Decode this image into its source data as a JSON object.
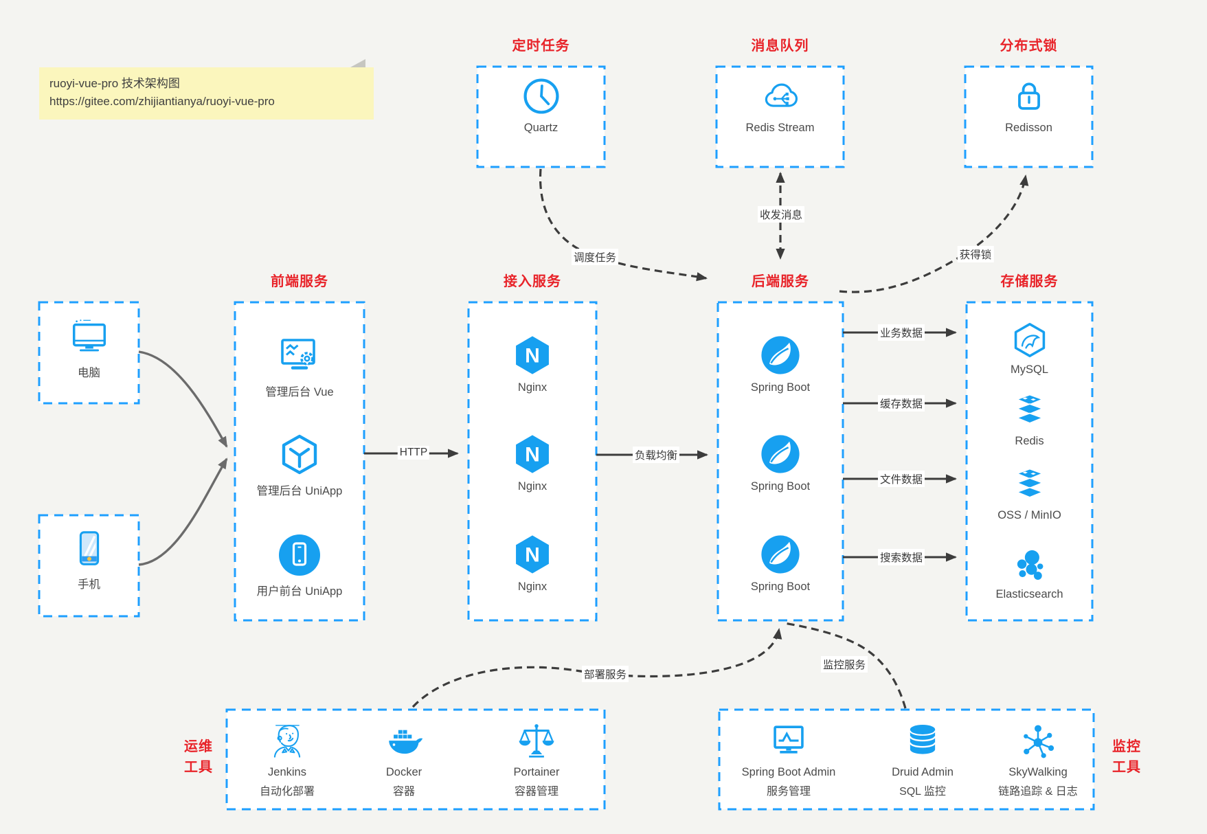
{
  "colors": {
    "canvas_bg": "#f4f4f1",
    "border_blue": "#1e9fff",
    "accent_blue": "#17a0f0",
    "title_red": "#e82329",
    "arrow_dark": "#3c3c3c",
    "arrow_gray": "#6b6b6b",
    "note_bg": "#fbf6bd",
    "phone_screen": "#cfe8fb",
    "phone_home_button": "#f6c244"
  },
  "note": {
    "line1": "ruoyi-vue-pro 技术架构图",
    "line2": "https://gitee.com/zhijiantianya/ruoyi-vue-pro"
  },
  "icons": {
    "nginx_letter": "N"
  },
  "top_row": {
    "scheduler": {
      "title": "定时任务",
      "item": {
        "icon": "clock-icon",
        "label": "Quartz"
      }
    },
    "message_queue": {
      "title": "消息队列",
      "item": {
        "icon": "cloud-stream-icon",
        "label": "Redis Stream"
      }
    },
    "distributed_lock": {
      "title": "分布式锁",
      "item": {
        "icon": "lock-icon",
        "label": "Redisson"
      }
    }
  },
  "clients": {
    "pc": {
      "icon": "desktop-icon",
      "label": "电脑"
    },
    "mobile": {
      "icon": "smartphone-icon",
      "label": "手机"
    }
  },
  "columns": {
    "frontend": {
      "title": "前端服务",
      "items": [
        {
          "icon": "admin-vue-icon",
          "label": "管理后台 Vue"
        },
        {
          "icon": "uniapp-cube-icon",
          "label": "管理后台 UniApp"
        },
        {
          "icon": "user-app-icon",
          "label": "用户前台 UniApp"
        }
      ]
    },
    "gateway": {
      "title": "接入服务",
      "items": [
        {
          "icon": "nginx-icon",
          "label": "Nginx"
        },
        {
          "icon": "nginx-icon",
          "label": "Nginx"
        },
        {
          "icon": "nginx-icon",
          "label": "Nginx"
        }
      ]
    },
    "backend": {
      "title": "后端服务",
      "items": [
        {
          "icon": "spring-boot-icon",
          "label": "Spring Boot"
        },
        {
          "icon": "spring-boot-icon",
          "label": "Spring Boot"
        },
        {
          "icon": "spring-boot-icon",
          "label": "Spring Boot"
        }
      ]
    },
    "storage": {
      "title": "存储服务",
      "items": [
        {
          "icon": "mysql-icon",
          "label": "MySQL"
        },
        {
          "icon": "redis-stack-icon",
          "label": "Redis"
        },
        {
          "icon": "redis-stack-icon",
          "label": "OSS / MinIO"
        },
        {
          "icon": "elasticsearch-icon",
          "label": "Elasticsearch"
        }
      ]
    }
  },
  "bottom_row": {
    "ops": {
      "title_line1": "运维",
      "title_line2": "工具",
      "items": [
        {
          "icon": "jenkins-icon",
          "label": "Jenkins",
          "sublabel": "自动化部署"
        },
        {
          "icon": "docker-icon",
          "label": "Docker",
          "sublabel": "容器"
        },
        {
          "icon": "portainer-icon",
          "label": "Portainer",
          "sublabel": "容器管理"
        }
      ]
    },
    "monitoring": {
      "title_line1": "监控",
      "title_line2": "工具",
      "items": [
        {
          "icon": "sba-icon",
          "label": "Spring Boot Admin",
          "sublabel": "服务管理"
        },
        {
          "icon": "druid-icon",
          "label": "Druid Admin",
          "sublabel": "SQL 监控"
        },
        {
          "icon": "skywalking-icon",
          "label": "SkyWalking",
          "sublabel": "链路追踪 & 日志"
        }
      ]
    }
  },
  "edge_labels": {
    "http": "HTTP",
    "load_balance": "负载均衡",
    "schedule_task": "调度任务",
    "send_receive": "收发消息",
    "acquire_lock": "获得锁",
    "business_data": "业务数据",
    "cache_data": "缓存数据",
    "file_data": "文件数据",
    "search_data": "搜索数据",
    "deploy_service": "部署服务",
    "monitor_service": "监控服务"
  }
}
